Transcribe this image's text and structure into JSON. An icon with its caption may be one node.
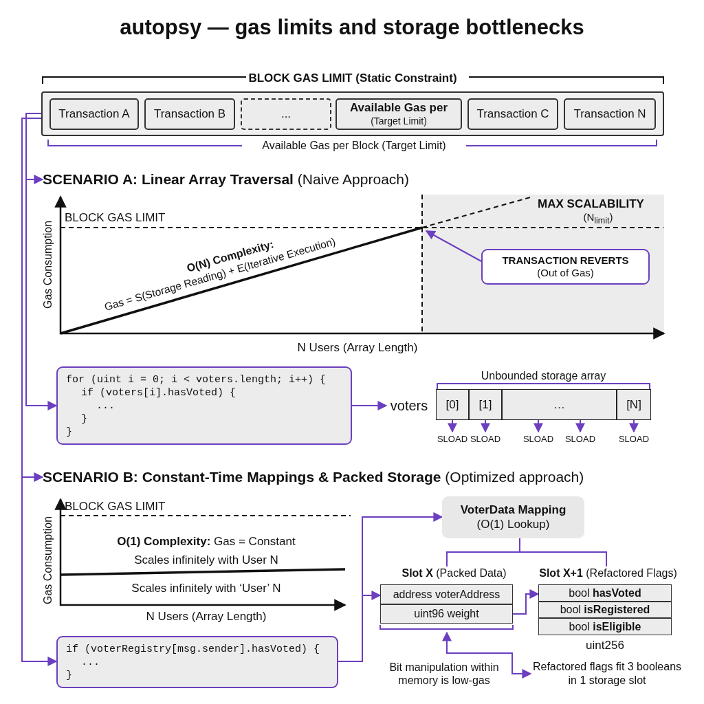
{
  "diagram": {
    "title": "autopsy — gas limits and storage bottlenecks",
    "nodes": [
      {
        "text": [
          "BLOCK GAS LIMIT (Static Constraint)"
        ],
        "beside": [
          "Available Gas per Block (Target Limit)"
        ]
      },
      {
        "text": [
          "Transaction A"
        ],
        "in": 0
      },
      {
        "text": [
          "Transaction B"
        ],
        "in": 0
      },
      {
        "text": [
          "..."
        ],
        "in": 0
      },
      {
        "text": [
          "Available Gas per",
          "(Target Limit)"
        ],
        "in": 0
      },
      {
        "text": [
          "Transaction C"
        ],
        "in": 0
      },
      {
        "text": [
          "Transaction N"
        ],
        "in": 0
      },
      {
        "text": [
          "**SCENARIO A: Linear Array Traversal** (Naive Approach)"
        ]
      },
      {
        "text": [
          "TRANSACTION REVERTS",
          "(Out of Gas)"
        ]
      },
      {
        "text": [
          "for (uint i = 0; i < voters.length; i++) {",
          "if (voters[i].hasVoted) {",
          "...",
          "}",
          "}"
        ]
      },
      {
        "text": [
          "voters"
        ]
      },
      {
        "text": [
          "Unbounded storage array"
        ]
      },
      {
        "text": [
          "[0]"
        ],
        "in": 11
      },
      {
        "text": [
          "[1]"
        ],
        "in": 11
      },
      {
        "text": [
          "…"
        ],
        "in": 11
      },
      {
        "text": [
          "[N]"
        ],
        "in": 11
      },
      {
        "text": [
          "SLOAD"
        ]
      },
      {
        "text": [
          "SLOAD"
        ]
      },
      {
        "text": [
          "SLOAD"
        ]
      },
      {
        "text": [
          "SLOAD"
        ]
      },
      {
        "text": [
          "SLOAD"
        ]
      },
      {
        "text": [
          "**SCENARIO B: Constant-Time Mappings & Packed Storage** (Optimized approach)"
        ]
      },
      {
        "text": [
          "if (voterRegistry[msg.sender].hasVoted) {",
          "...",
          "}"
        ]
      },
      {
        "text": [
          "VoterData Mapping",
          "(O(1) Lookup)"
        ]
      },
      {
        "text": [
          "**Slot X** (Packed Data)"
        ]
      },
      {
        "text": [
          "address voterAddress"
        ],
        "in": 24
      },
      {
        "text": [
          "uint96 weight"
        ],
        "in": 24
      },
      {
        "text": [
          "**Slot X+1** (Refactored Flags)"
        ],
        "beside": [
          "uint256"
        ]
      },
      {
        "text": [
          "bool **hasVoted**"
        ],
        "in": 27
      },
      {
        "text": [
          "bool  **isRegistered**"
        ],
        "in": 27
      },
      {
        "text": [
          "bool **isEligible**"
        ],
        "in": 27
      },
      {
        "text": [
          "Refactored flags fit 3 booleans in 1 storage slot"
        ]
      }
    ],
    "edges": [
      {
        "from": 0,
        "to": 7,
        "arrow": "to"
      },
      {
        "from": 0,
        "to": 9,
        "arrow": "to"
      },
      {
        "from": 0,
        "to": 21,
        "arrow": "to"
      },
      {
        "from": 0,
        "to": 22,
        "arrow": "to"
      },
      {
        "from": 8,
        "to": null,
        "arrow": "to"
      },
      {
        "from": 9,
        "to": 10,
        "arrow": "to"
      },
      {
        "from": 12,
        "to": 16,
        "arrow": "to"
      },
      {
        "from": 13,
        "to": 17,
        "arrow": "to"
      },
      {
        "from": 14,
        "to": 18,
        "arrow": "to"
      },
      {
        "from": 14,
        "to": 19,
        "arrow": "to"
      },
      {
        "from": 15,
        "to": 20,
        "arrow": "to"
      },
      {
        "from": 22,
        "to": 23,
        "arrow": "to"
      },
      {
        "from": 22,
        "to": 24,
        "arrow": "to"
      },
      {
        "from": 23,
        "to": 24,
        "arrow": "none"
      },
      {
        "from": 23,
        "to": 27,
        "arrow": "none"
      },
      {
        "from": 26,
        "to": 28,
        "arrow": "to"
      },
      {
        "from": 24,
        "to": 31,
        "arrow": "both"
      }
    ],
    "labels": [
      "Gas Consumption",
      "BLOCK GAS LIMIT",
      "MAX SCALABILITY",
      "(N$_{limit}$)",
      "O(N) Complexity:",
      "Gas = S(Storage Reading) + E(Iterative Execution)",
      "N Users (Array Length)",
      "Gas Consumption",
      "BLOCK GAS LIMIT",
      "**O(1) Complexity:** Gas = Constant",
      "Scales infinitely with User N",
      "Scales infinitely with ‘User’ N",
      "N Users (Array Length)",
      "Bit manipulation within memory is low-gas"
    ]
  }
}
